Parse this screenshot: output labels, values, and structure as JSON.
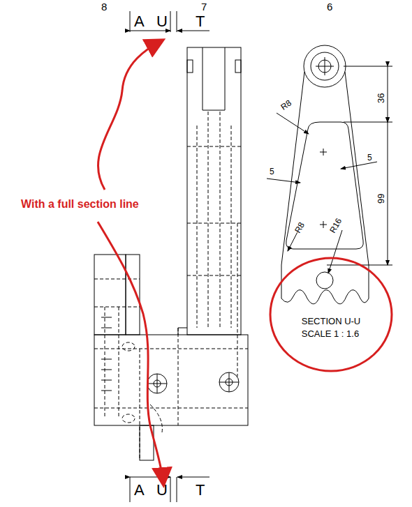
{
  "diagram": {
    "nodes": [
      {
        "text": [
          "SECTION U-U",
          "SCALE 1 : 1.6"
        ]
      }
    ],
    "labels": [
      "8",
      "7",
      "6",
      "A",
      "U",
      "T",
      "With a full section line",
      "36",
      "99",
      "R8",
      "5",
      "5",
      "R8",
      "R16",
      "A",
      "U",
      "T"
    ]
  }
}
